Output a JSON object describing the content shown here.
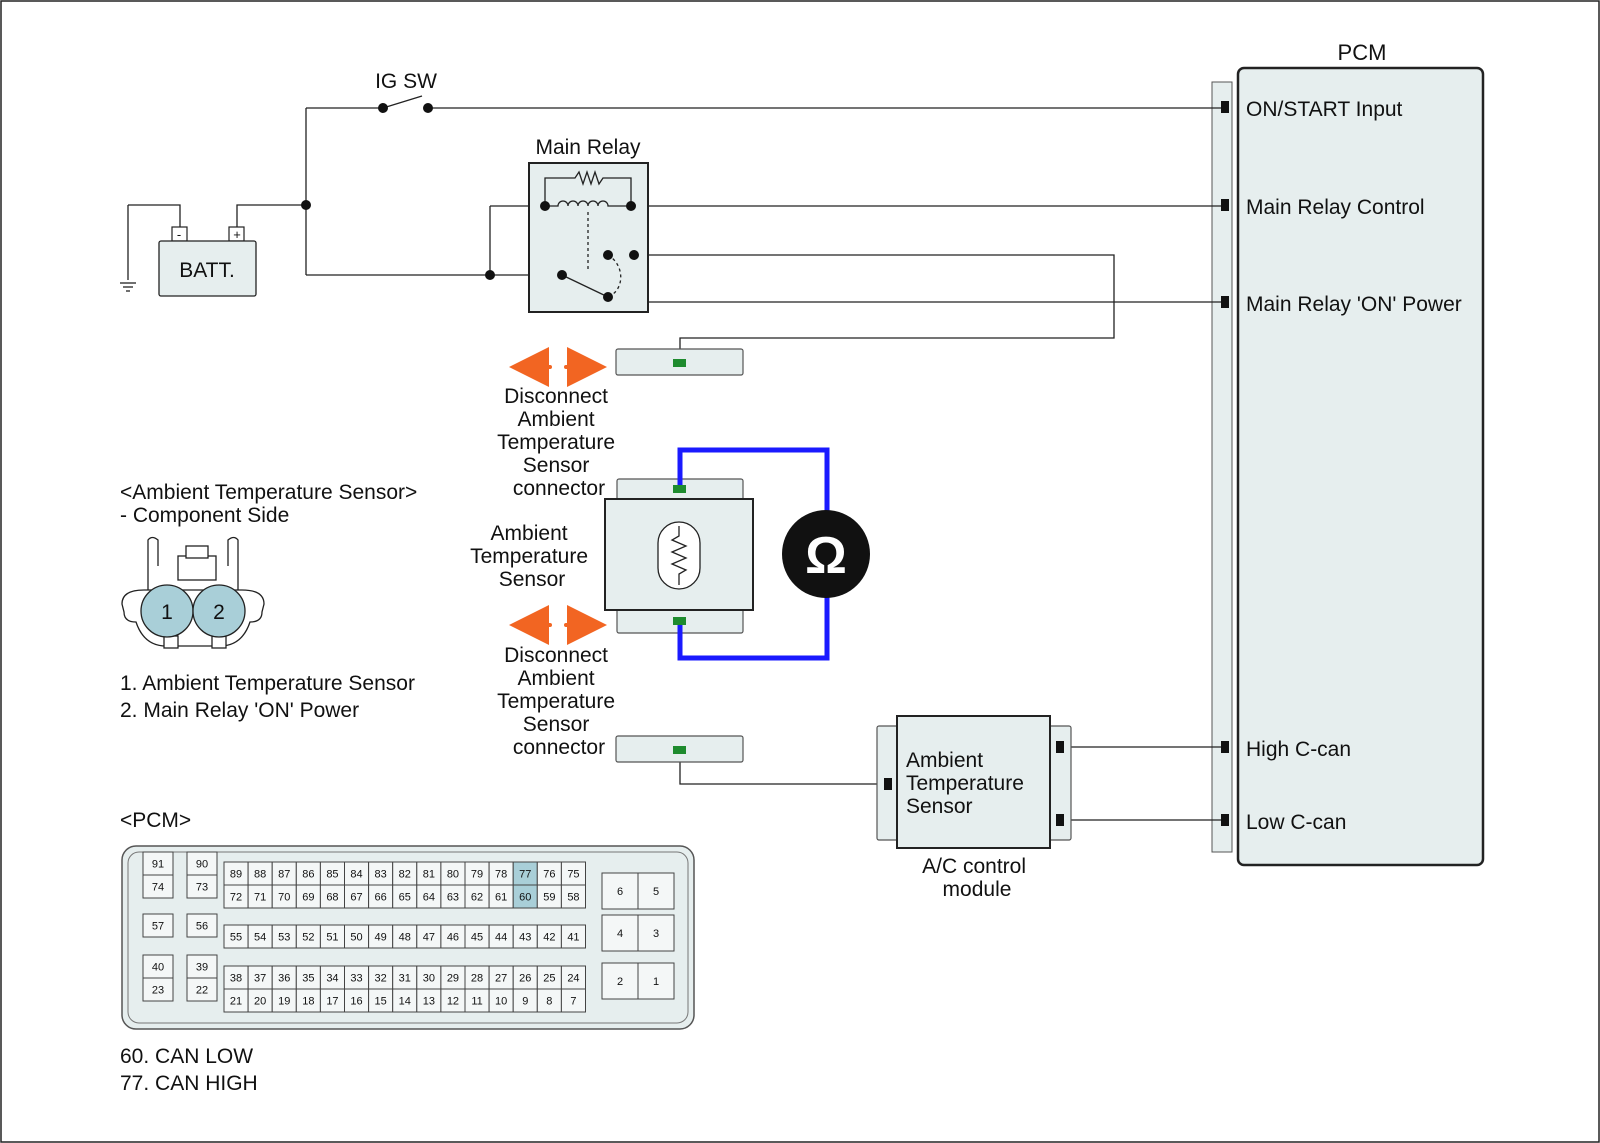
{
  "pcm_module": {
    "title": "PCM",
    "pins": {
      "on_start": "ON/START Input",
      "main_relay_control": "Main Relay Control",
      "main_relay_on_power": "Main Relay 'ON' Power",
      "high_ccan": "High C-can",
      "low_ccan": "Low C-can"
    }
  },
  "ig_sw": "IG SW",
  "main_relay": "Main Relay",
  "battery": {
    "label": "BATT.",
    "minus": "-",
    "plus": "+"
  },
  "disconnect_label": [
    "Disconnect",
    "Ambient",
    "Temperature",
    "Sensor",
    "connector"
  ],
  "sensor_label": [
    "Ambient",
    "Temperature",
    "Sensor"
  ],
  "ohm_symbol": "Ω",
  "ac_module": {
    "name_lines": [
      "Ambient",
      "Temperature",
      "Sensor"
    ],
    "caption_lines": [
      "A/C control",
      "module"
    ]
  },
  "component": {
    "title": "<Ambient Temperature Sensor>",
    "subtitle": "- Component Side",
    "pin1": "1",
    "pin2": "2",
    "legend": [
      "1. Ambient Temperature Sensor",
      "2. Main Relay 'ON' Power"
    ]
  },
  "pcm_connector": {
    "title": "<PCM>",
    "left_pins": [
      [
        "91",
        "74"
      ],
      [
        "90",
        "73"
      ],
      [
        "57"
      ],
      [
        "56"
      ],
      [
        "40",
        "23"
      ],
      [
        "39",
        "22"
      ]
    ],
    "block1_top": [
      "89",
      "88",
      "87",
      "86",
      "85",
      "84",
      "83",
      "82",
      "81",
      "80",
      "79",
      "78",
      "77",
      "76",
      "75"
    ],
    "block1_bottom": [
      "72",
      "71",
      "70",
      "69",
      "68",
      "67",
      "66",
      "65",
      "64",
      "63",
      "62",
      "61",
      "60",
      "59",
      "58"
    ],
    "block2": [
      "55",
      "54",
      "53",
      "52",
      "51",
      "50",
      "49",
      "48",
      "47",
      "46",
      "45",
      "44",
      "43",
      "42",
      "41"
    ],
    "block3_top": [
      "38",
      "37",
      "36",
      "35",
      "34",
      "33",
      "32",
      "31",
      "30",
      "29",
      "28",
      "27",
      "26",
      "25",
      "24"
    ],
    "block3_bottom": [
      "21",
      "20",
      "19",
      "18",
      "17",
      "16",
      "15",
      "14",
      "13",
      "12",
      "11",
      "10",
      "9",
      "8",
      "7"
    ],
    "right_pins": [
      [
        "6",
        "5"
      ],
      [
        "4",
        "3"
      ],
      [
        "2",
        "1"
      ]
    ],
    "highlight": [
      "77",
      "60"
    ],
    "highlight_color": "#a9cfd8",
    "legend": [
      "60. CAN LOW",
      "77. CAN HIGH"
    ]
  },
  "colors": {
    "meter_lead": "#1a1aff",
    "arrow": "#f26522",
    "terminal": "#1e8b2e",
    "box_fill": "#e6eeee"
  }
}
